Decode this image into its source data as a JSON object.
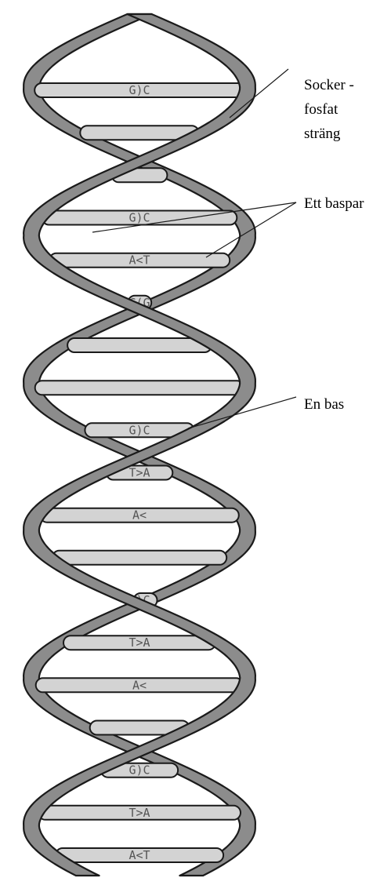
{
  "labels": {
    "backbone_lines": [
      "Socker -",
      "fosfat",
      "sträng"
    ],
    "base_pair": "Ett baspar",
    "base": "En bas"
  },
  "rungs": [
    {
      "text": "G)C"
    },
    {
      "text": ""
    },
    {
      "text": ""
    },
    {
      "text": "G)C"
    },
    {
      "text": "A<T"
    },
    {
      "text": "C(G"
    },
    {
      "text": ""
    },
    {
      "text": ""
    },
    {
      "text": "G)C"
    },
    {
      "text": "T>A"
    },
    {
      "text": "A<"
    },
    {
      "text": ""
    },
    {
      "text": "G)C"
    },
    {
      "text": "T>A"
    },
    {
      "text": "A<"
    },
    {
      "text": ""
    },
    {
      "text": "G)C"
    },
    {
      "text": "T>A"
    },
    {
      "text": "A<T"
    }
  ]
}
